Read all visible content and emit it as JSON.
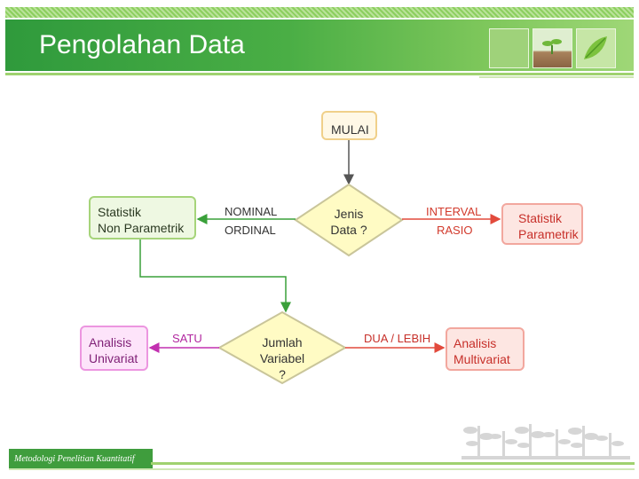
{
  "slide": {
    "title": "Pengolahan Data",
    "footer": "Metodologi Penelitian Kuantitatif"
  },
  "flowchart": {
    "start": "MULAI",
    "decision1": {
      "line1": "Jenis",
      "line2": "Data ?"
    },
    "left_labels": {
      "top": "NOMINAL",
      "bottom": "ORDINAL"
    },
    "right_labels": {
      "top": "INTERVAL",
      "bottom": "RASIO"
    },
    "nonparametric": {
      "line1": "Statistik",
      "line2": "Non Parametrik"
    },
    "parametric": {
      "line1": "Statistik",
      "line2": "Parametrik"
    },
    "decision2": {
      "line1": "Jumlah",
      "line2": "Variabel",
      "line3": "?"
    },
    "satu_label": "SATU",
    "dua_label": "DUA / LEBIH",
    "univariate": {
      "line1": "Analisis",
      "line2": "Univariat"
    },
    "multivariate": {
      "line1": "Analisis",
      "line2": "Multivariat"
    }
  },
  "colors": {
    "header_green": "#2f9a3c",
    "arrow_green": "#3aa03a",
    "arrow_red": "#e24a3c",
    "arrow_magenta": "#c230b0",
    "diamond_fill": "#fffbc4",
    "diamond_stroke": "#c9c59a"
  }
}
